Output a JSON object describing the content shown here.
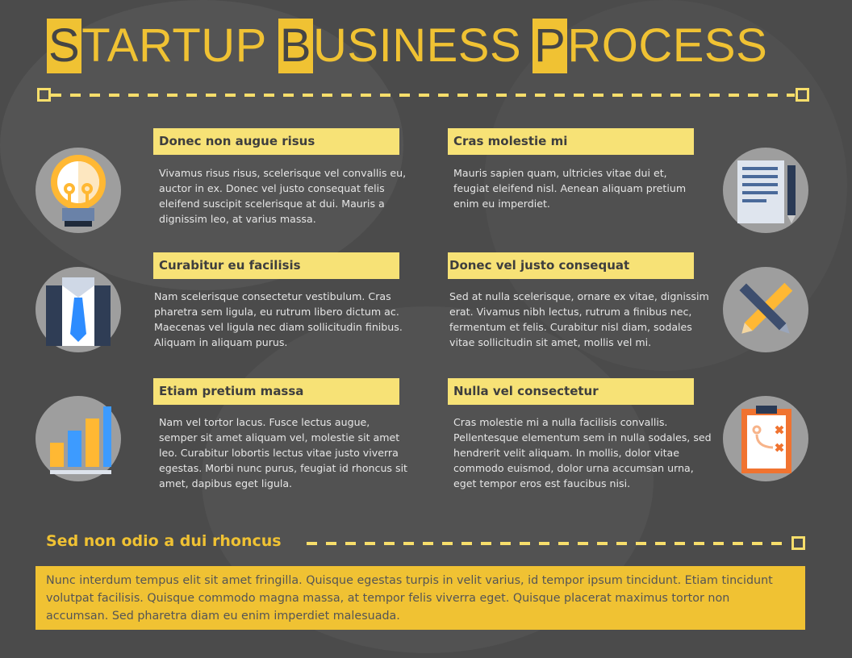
{
  "title": {
    "words": [
      {
        "cap": "S",
        "rest": "TARTUP"
      },
      {
        "cap": "B",
        "rest": "USINESS"
      },
      {
        "cap": "P",
        "rest": "ROCESS"
      }
    ]
  },
  "colors": {
    "accent": "#f0c233",
    "header_bg": "#f7e276",
    "background": "#4b4b4b"
  },
  "sections": [
    {
      "icon": "lightbulb-icon",
      "title": "Donec non augue risus",
      "text": "Vivamus risus risus, scelerisque vel convallis eu, auctor in ex. Donec vel justo consequat felis eleifend suscipit scelerisque at dui. Mauris a dignissim leo, at varius massa."
    },
    {
      "icon": "suit-tie-icon",
      "title": "Curabitur eu facilisis",
      "text": "Nam scelerisque consectetur vestibulum. Cras pharetra sem ligula, eu rutrum libero dictum ac. Maecenas vel ligula nec diam sollicitudin finibus. Aliquam in aliquam purus."
    },
    {
      "icon": "bar-chart-icon",
      "title": "Etiam pretium massa",
      "text": "Nam vel tortor lacus. Fusce lectus augue, semper sit amet aliquam vel, molestie sit amet leo. Curabitur lobortis lectus vitae justo viverra egestas. Morbi nunc purus, feugiat id rhoncus sit amet, dapibus eget ligula."
    },
    {
      "icon": "document-pen-icon",
      "title": "Cras molestie mi",
      "text": "Mauris sapien quam, ultricies vitae dui et, feugiat eleifend nisl. Aenean aliquam pretium enim eu imperdiet."
    },
    {
      "icon": "pencil-pen-crossed-icon",
      "title": "Donec vel justo consequat",
      "text": "Sed at nulla scelerisque, ornare ex vitae, dignissim erat. Vivamus nibh lectus, rutrum a finibus nec, fermentum et felis. Curabitur nisl diam, sodales vitae sollicitudin sit amet, mollis vel mi."
    },
    {
      "icon": "clipboard-strategy-icon",
      "title": "Nulla vel consectetur",
      "text": "Cras molestie mi a nulla facilisis convallis. Pellentesque elementum sem in nulla sodales, sed hendrerit velit aliquam. In mollis, dolor vitae commodo euismod, dolor urna accumsan urna, eget tempor eros est faucibus nisi."
    }
  ],
  "footer": {
    "title": "Sed non odio a dui rhoncus",
    "text": "Nunc interdum tempus elit sit amet fringilla. Quisque egestas turpis in velit varius, id tempor ipsum tincidunt. Etiam tincidunt volutpat facilisis. Quisque commodo magna massa, at tempor felis viverra eget. Quisque placerat maximus tortor non accumsan. Sed pharetra diam eu enim imperdiet malesuada."
  }
}
